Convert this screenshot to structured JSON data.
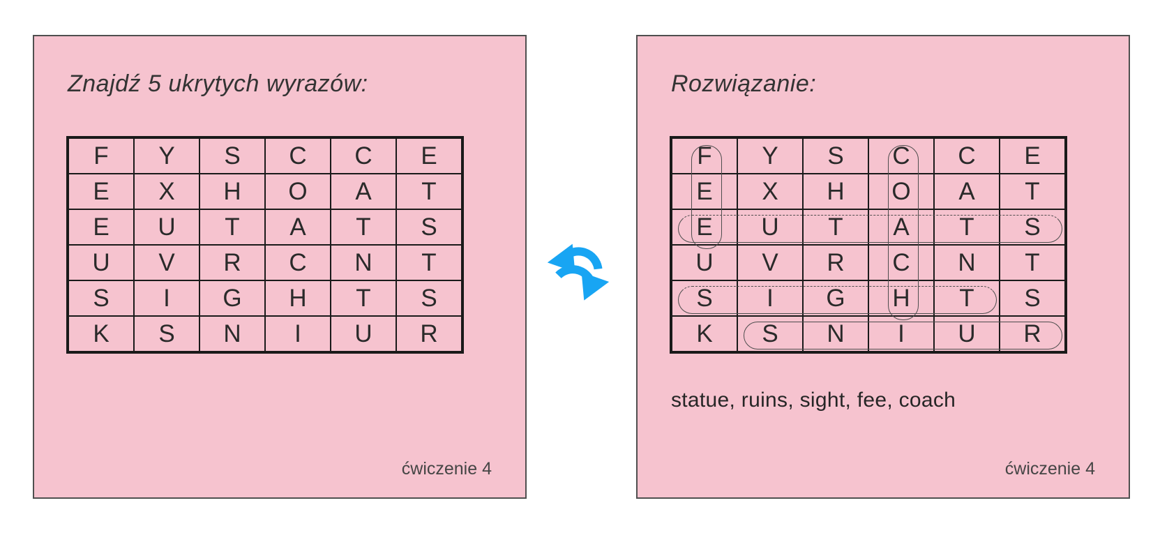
{
  "left_card": {
    "title": "Znajdź 5 ukrytych wyrazów:",
    "footer": "ćwiczenie 4"
  },
  "right_card": {
    "title": "Rozwiązanie:",
    "words_line": "statue, ruins, sight, fee, coach",
    "footer": "ćwiczenie 4"
  },
  "grid": {
    "rows": [
      [
        "F",
        "Y",
        "S",
        "C",
        "C",
        "E"
      ],
      [
        "E",
        "X",
        "H",
        "O",
        "A",
        "T"
      ],
      [
        "E",
        "U",
        "T",
        "A",
        "T",
        "S"
      ],
      [
        "U",
        "V",
        "R",
        "C",
        "N",
        "T"
      ],
      [
        "S",
        "I",
        "G",
        "H",
        "T",
        "S"
      ],
      [
        "K",
        "S",
        "N",
        "I",
        "U",
        "R"
      ]
    ]
  },
  "solution": {
    "hidden_words": [
      "statue",
      "ruins",
      "sight",
      "fee",
      "coach"
    ],
    "highlights": [
      {
        "word": "fee",
        "orientation": "vertical",
        "col": 1,
        "row_start": 1,
        "row_end": 3,
        "style": "solid"
      },
      {
        "word": "coach",
        "orientation": "vertical",
        "col": 4,
        "row_start": 1,
        "row_end": 5,
        "style": "solid"
      },
      {
        "word": "statue",
        "orientation": "horizontal",
        "row": 3,
        "col_start": 1,
        "col_end": 6,
        "style": "dashed-top"
      },
      {
        "word": "sight",
        "orientation": "horizontal",
        "row": 5,
        "col_start": 1,
        "col_end": 5,
        "style": "dashed-top"
      },
      {
        "word": "ruins",
        "orientation": "horizontal",
        "row": 6,
        "col_start": 2,
        "col_end": 6,
        "style": "solid"
      }
    ]
  },
  "icons": {
    "refresh": "refresh-cycle-icon"
  },
  "colors": {
    "page_background": "#ffffff",
    "card_background": "#f6c3cf",
    "card_border": "#4f4f4f",
    "grid_line": "#1a1a1a",
    "letter_color": "#2a2a2a",
    "highlight_stroke": "#4d4d4d",
    "refresh_blue": "#18a5f3"
  }
}
